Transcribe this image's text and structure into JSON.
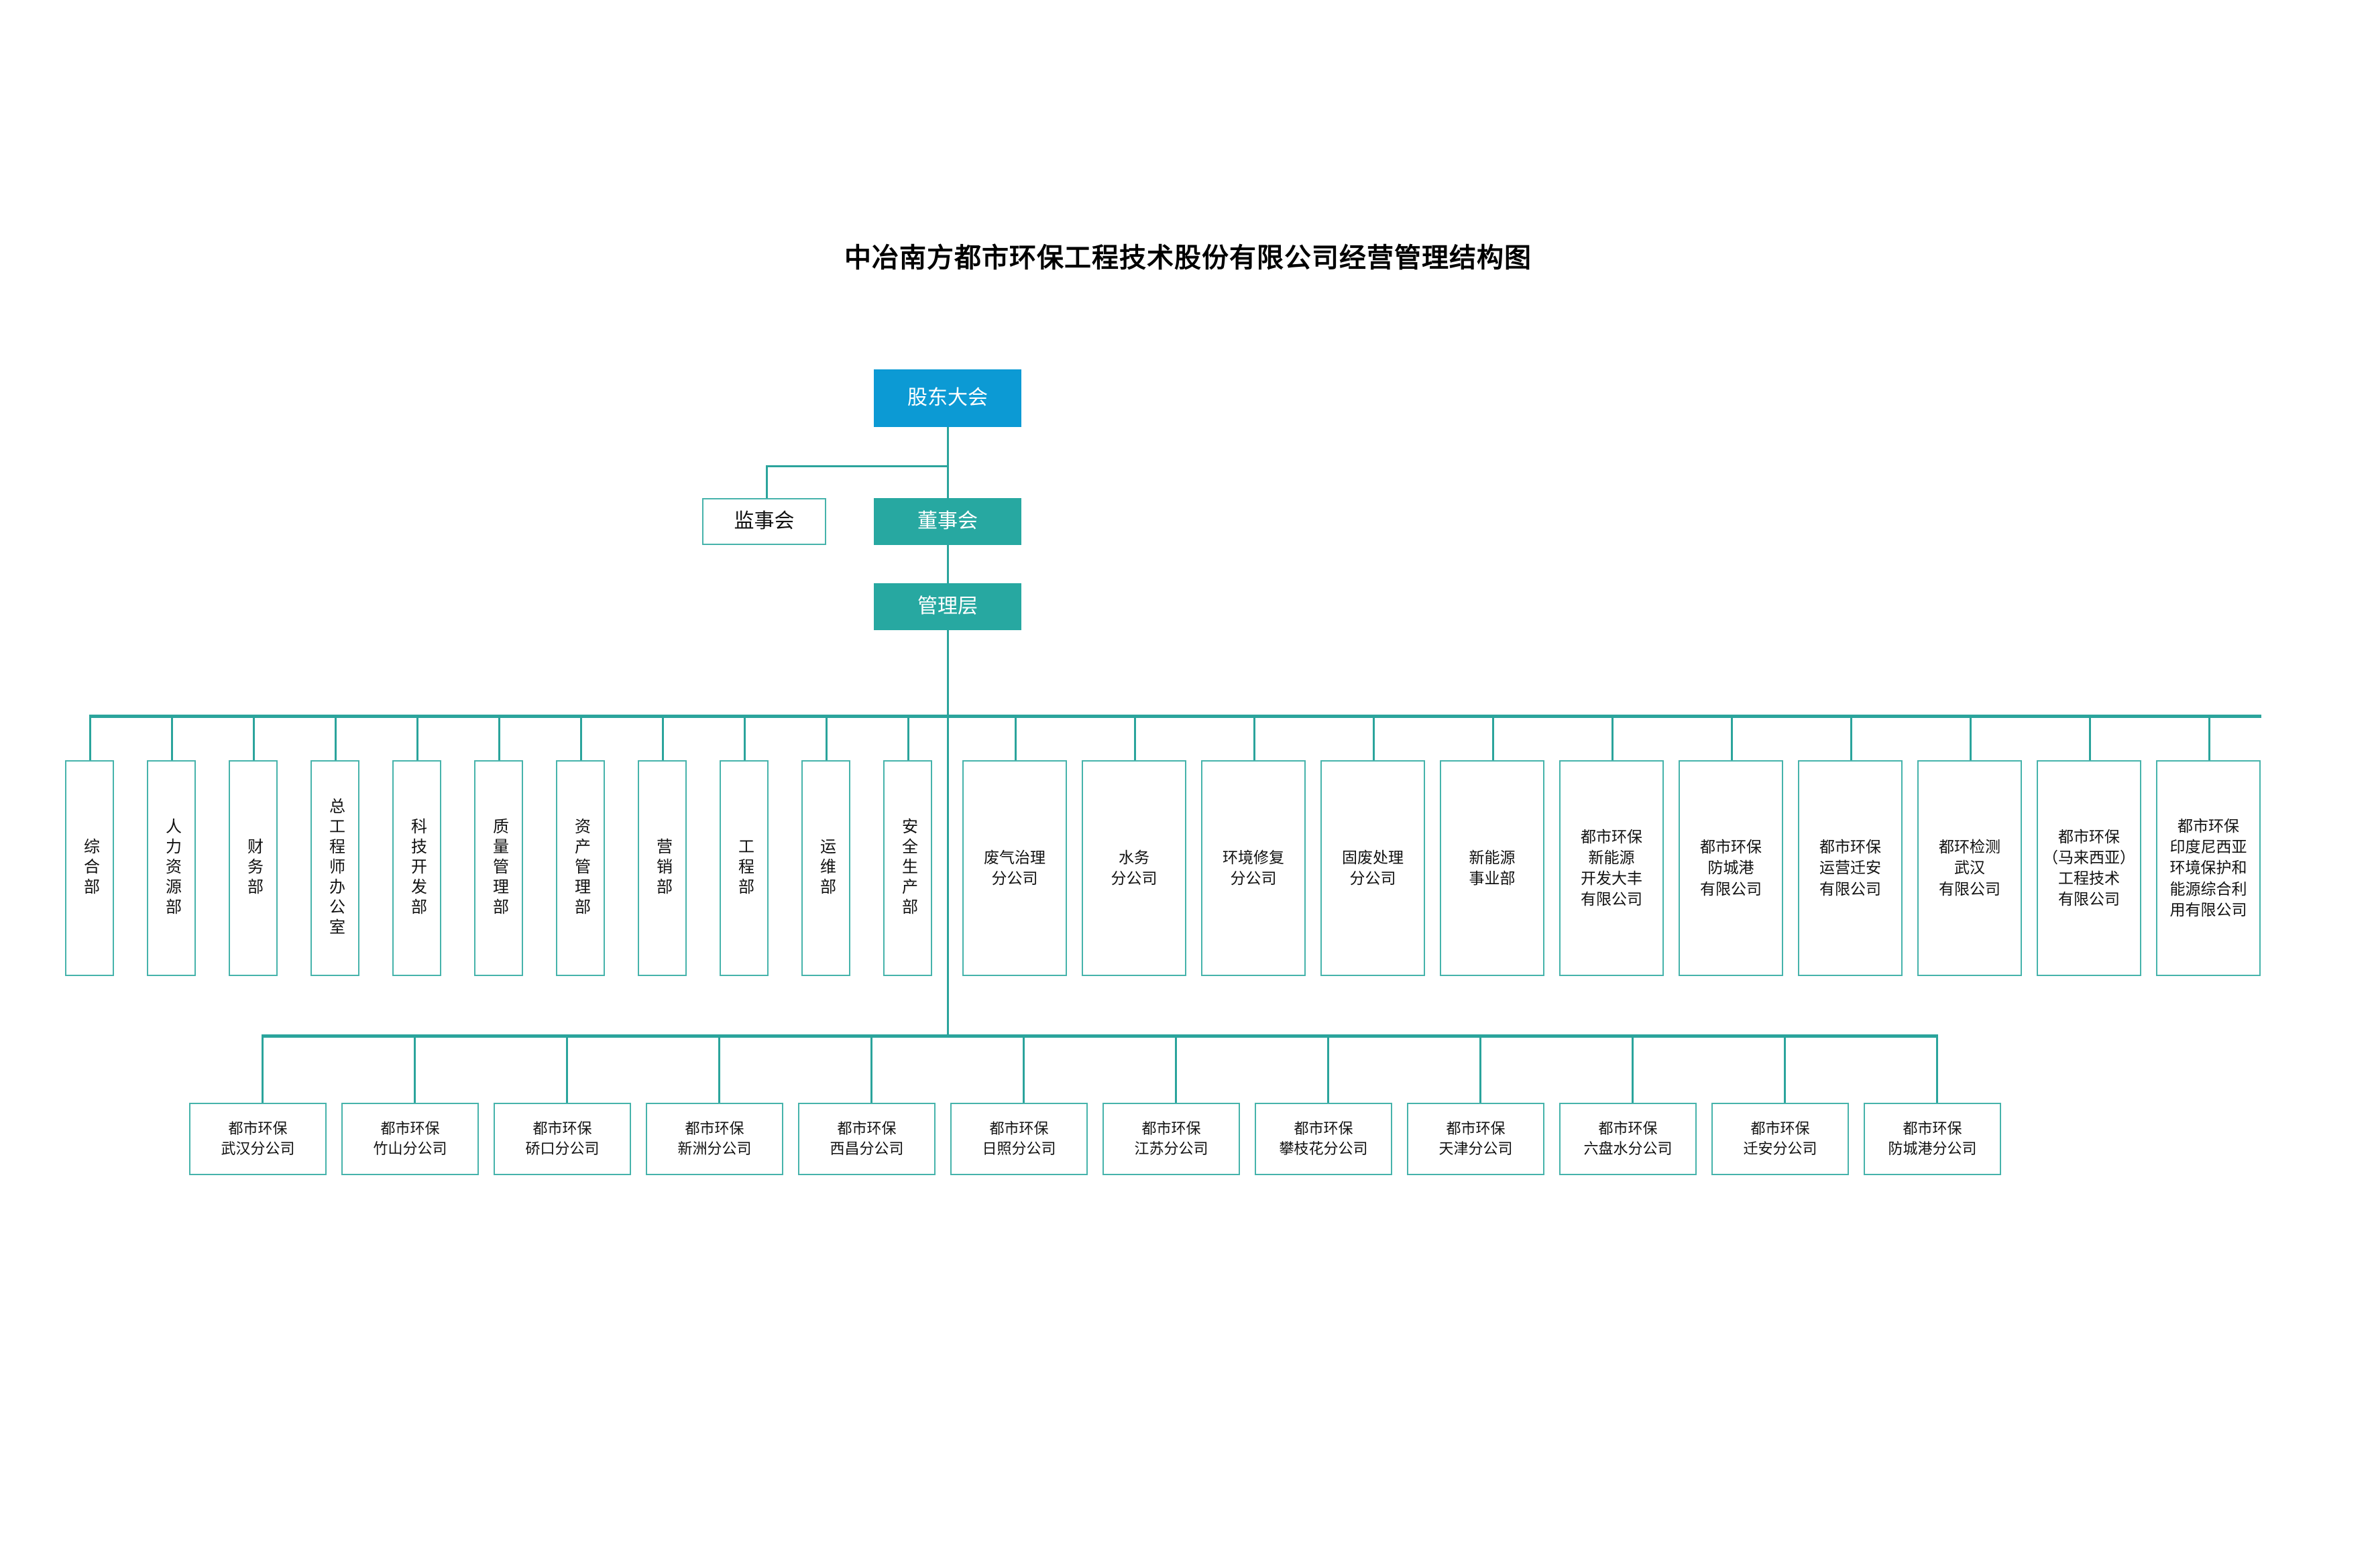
{
  "title": "中冶南方都市环保工程技术股份有限公司经营管理结构图",
  "colors": {
    "blue": "#0c9ad4",
    "teal": "#27a8a1",
    "outline": "#46b3ab",
    "line": "#2ba49c",
    "text": "#111111",
    "text_on_fill": "#ffffff"
  },
  "top": {
    "shareholders": "股东大会",
    "supervisory_board": "监事会",
    "board_of_directors": "董事会",
    "management": "管理层"
  },
  "departments": [
    {
      "label": "综合部",
      "orientation": "vertical"
    },
    {
      "label": "人力资源部",
      "orientation": "vertical"
    },
    {
      "label": "财务部",
      "orientation": "vertical"
    },
    {
      "label": "总工程师办公室",
      "orientation": "vertical"
    },
    {
      "label": "科技开发部",
      "orientation": "vertical"
    },
    {
      "label": "质量管理部",
      "orientation": "vertical"
    },
    {
      "label": "资产管理部",
      "orientation": "vertical"
    },
    {
      "label": "营销部",
      "orientation": "vertical"
    },
    {
      "label": "工程部",
      "orientation": "vertical"
    },
    {
      "label": "运维部",
      "orientation": "vertical"
    },
    {
      "label": "安全生产部",
      "orientation": "vertical"
    }
  ],
  "business_units": [
    {
      "label": "废气治理\n分公司"
    },
    {
      "label": "水务\n分公司"
    },
    {
      "label": "环境修复\n分公司"
    },
    {
      "label": "固废处理\n分公司"
    },
    {
      "label": "新能源\n事业部"
    },
    {
      "label": "都市环保\n新能源\n开发大丰\n有限公司"
    },
    {
      "label": "都市环保\n防城港\n有限公司"
    },
    {
      "label": "都市环保\n运营迁安\n有限公司"
    },
    {
      "label": "都环检测\n武汉\n有限公司"
    },
    {
      "label": "都市环保\n（马来西亚）\n工程技术\n有限公司"
    },
    {
      "label": "都市环保\n印度尼西亚\n环境保护和\n能源综合利\n用有限公司"
    }
  ],
  "branches": [
    {
      "label": "都市环保\n武汉分公司"
    },
    {
      "label": "都市环保\n竹山分公司"
    },
    {
      "label": "都市环保\n硚口分公司"
    },
    {
      "label": "都市环保\n新洲分公司"
    },
    {
      "label": "都市环保\n西昌分公司"
    },
    {
      "label": "都市环保\n日照分公司"
    },
    {
      "label": "都市环保\n江苏分公司"
    },
    {
      "label": "都市环保\n攀枝花分公司"
    },
    {
      "label": "都市环保\n天津分公司"
    },
    {
      "label": "都市环保\n六盘水分公司"
    },
    {
      "label": "都市环保\n迁安分公司"
    },
    {
      "label": "都市环保\n防城港分公司"
    }
  ]
}
